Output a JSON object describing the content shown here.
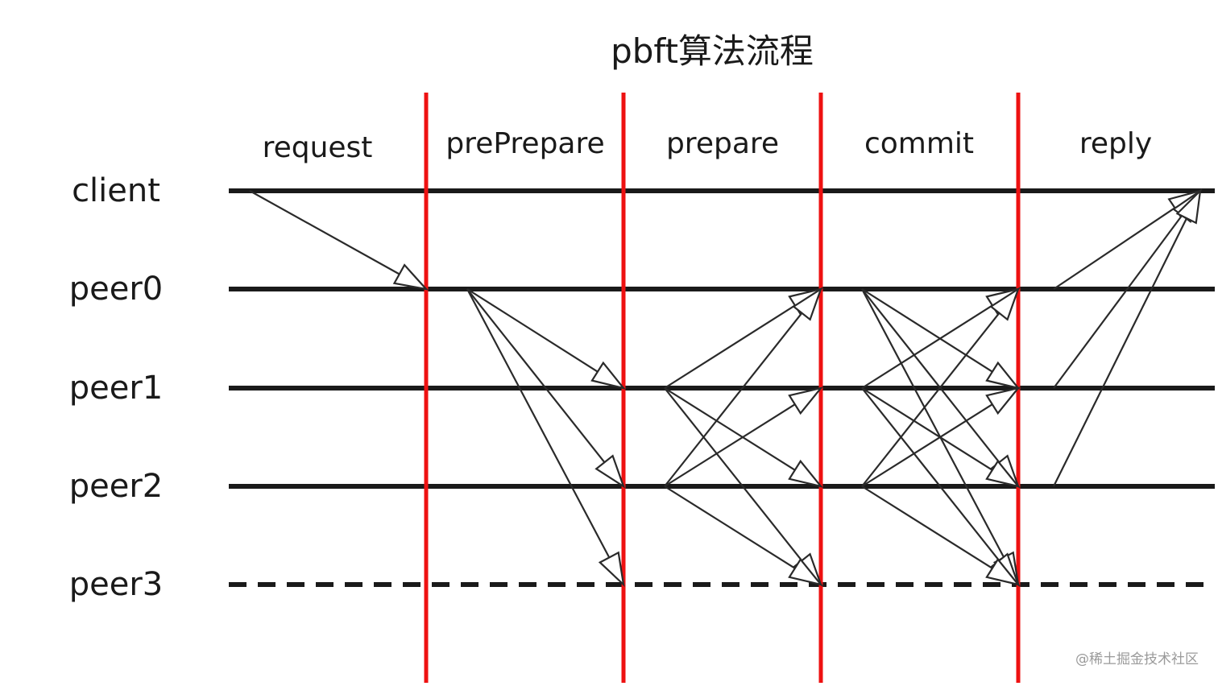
{
  "title": "pbft算法流程",
  "phases": [
    "request",
    "prePrepare",
    "prepare",
    "commit",
    "reply"
  ],
  "nodes": [
    {
      "label": "client",
      "line": "solid"
    },
    {
      "label": "peer0",
      "line": "solid"
    },
    {
      "label": "peer1",
      "line": "solid"
    },
    {
      "label": "peer2",
      "line": "solid"
    },
    {
      "label": "peer3",
      "line": "dashed"
    }
  ],
  "messages": [
    {
      "phase": "request",
      "from": "client",
      "to": [
        "peer0"
      ]
    },
    {
      "phase": "prePrepare",
      "from": "peer0",
      "to": [
        "peer1",
        "peer2",
        "peer3"
      ]
    },
    {
      "phase": "prepare",
      "from": "peer1",
      "to": [
        "peer0",
        "peer2",
        "peer3"
      ]
    },
    {
      "phase": "prepare",
      "from": "peer2",
      "to": [
        "peer0",
        "peer1",
        "peer3"
      ]
    },
    {
      "phase": "commit",
      "from": "peer0",
      "to": [
        "peer1",
        "peer2",
        "peer3"
      ]
    },
    {
      "phase": "commit",
      "from": "peer1",
      "to": [
        "peer0",
        "peer2",
        "peer3"
      ]
    },
    {
      "phase": "commit",
      "from": "peer2",
      "to": [
        "peer0",
        "peer1",
        "peer3"
      ]
    },
    {
      "phase": "reply",
      "from": "peer0",
      "to": [
        "client"
      ]
    },
    {
      "phase": "reply",
      "from": "peer1",
      "to": [
        "client"
      ]
    },
    {
      "phase": "reply",
      "from": "peer2",
      "to": [
        "client"
      ]
    }
  ],
  "colors": {
    "timeline": "#1a1a1a",
    "phase_boundary": "#ee1111",
    "arrow": "#2a2a2a"
  },
  "watermark": "@稀土掘金技术社区"
}
